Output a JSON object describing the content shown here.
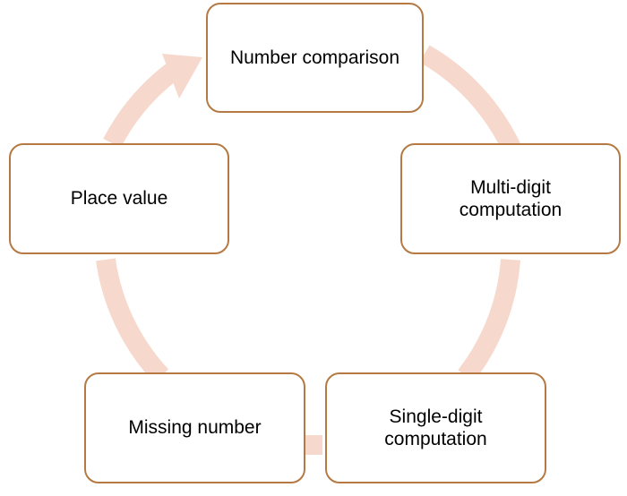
{
  "diagram": {
    "type": "cycle",
    "colors": {
      "node_border": "#b57a43",
      "node_fill": "#ffffff",
      "ring": "#f6d8cc",
      "text": "#000000"
    },
    "nodes": [
      {
        "id": "number-comparison",
        "label": "Number comparison"
      },
      {
        "id": "multi-digit-computation",
        "label": "Multi-digit\ncomputation"
      },
      {
        "id": "single-digit-computation",
        "label": "Single-digit\ncomputation"
      },
      {
        "id": "missing-number",
        "label": "Missing number"
      },
      {
        "id": "place-value",
        "label": "Place value"
      }
    ]
  }
}
